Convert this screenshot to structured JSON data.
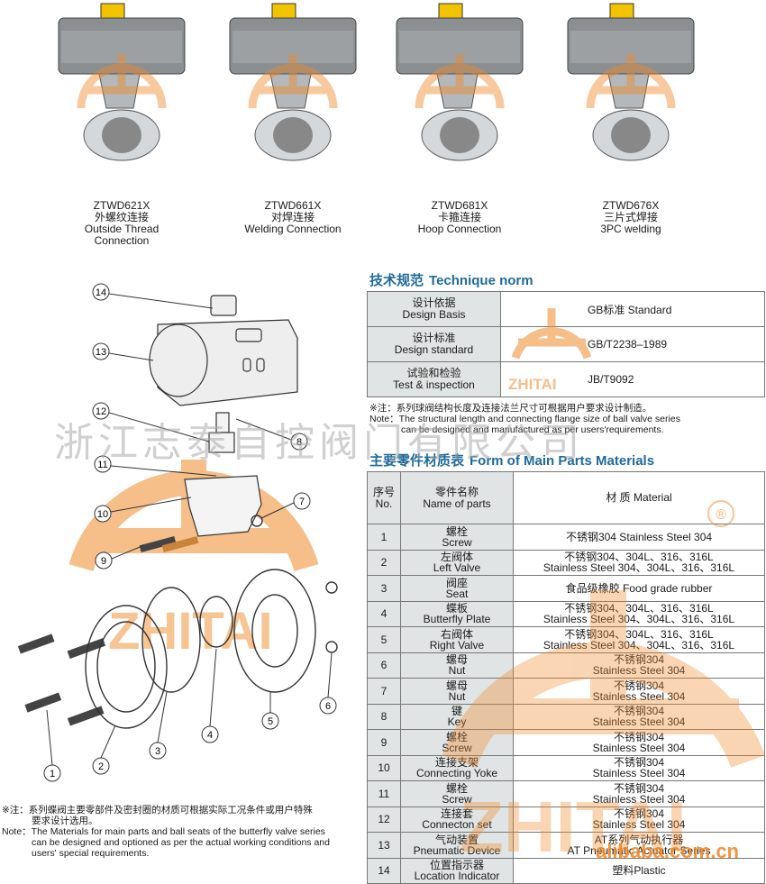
{
  "products": [
    {
      "model": "ZTWD621X",
      "name_cn": "外螺纹连接",
      "name_en_1": "Outside Thread",
      "name_en_2": "Connection"
    },
    {
      "model": "ZTWD661X",
      "name_cn": "对焊连接",
      "name_en_1": "Welding Connection",
      "name_en_2": ""
    },
    {
      "model": "ZTWD681X",
      "name_cn": "卡箍连接",
      "name_en_1": "Hoop Connection",
      "name_en_2": ""
    },
    {
      "model": "ZTWD676X",
      "name_cn": "三片式焊接",
      "name_en_1": "3PC welding",
      "name_en_2": ""
    }
  ],
  "technique": {
    "title_cn": "技术规范",
    "title_en": "Technique norm",
    "rows": [
      {
        "label_cn": "设计依据",
        "label_en": "Design Basis",
        "value": "GB标准 Standard"
      },
      {
        "label_cn": "设计标准",
        "label_en": "Design standard",
        "value": "GB/T2238–1989"
      },
      {
        "label_cn": "试验和检验",
        "label_en": "Test & inspection",
        "value": "JB/T9092"
      }
    ],
    "note_cn": "※注：系列球阀结构长度及连接法兰尺寸可根据用户要求设计制造。",
    "note_en_1": "Note：The structural length and connecting flange size of ball valve series",
    "note_en_2": "can be designed and manufactured as per users'requirements."
  },
  "materials": {
    "title_cn": "主要零件材质表",
    "title_en": "Form of Main Parts Materials",
    "header": {
      "no_cn": "序号",
      "no_en": "No.",
      "name_cn": "零件名称",
      "name_en": "Name of parts",
      "material": "材 质 Material"
    },
    "rows": [
      {
        "no": "1",
        "cn": "螺栓",
        "en": "Screw",
        "m1": "不锈钢304 Stainless Steel 304",
        "m2": ""
      },
      {
        "no": "2",
        "cn": "左阀体",
        "en": "Left Valve",
        "m1": "不锈钢304、304L、316、316L",
        "m2": "Stainless Steel 304、304L、316、316L"
      },
      {
        "no": "3",
        "cn": "阀座",
        "en": "Seat",
        "m1": "食品级橡胶 Food grade rubber",
        "m2": ""
      },
      {
        "no": "4",
        "cn": "蝶板",
        "en": "Butterfly Plate",
        "m1": "不锈钢304、304L、316、316L",
        "m2": "Stainless Steel 304、304L、316、316L"
      },
      {
        "no": "5",
        "cn": "右阀体",
        "en": "Right Valve",
        "m1": "不锈钢304、304L、316、316L",
        "m2": "Stainless Steel 304、304L、316、316L"
      },
      {
        "no": "6",
        "cn": "螺母",
        "en": "Nut",
        "m1": "不锈钢304",
        "m2": "Stainless Steel 304"
      },
      {
        "no": "7",
        "cn": "螺母",
        "en": "Nut",
        "m1": "不锈钢304",
        "m2": "Stainless Steel 304"
      },
      {
        "no": "8",
        "cn": "键",
        "en": "Key",
        "m1": "不锈钢304",
        "m2": "Stainless Steel 304"
      },
      {
        "no": "9",
        "cn": "螺栓",
        "en": "Screw",
        "m1": "不锈钢304",
        "m2": "Stainless Steel 304"
      },
      {
        "no": "10",
        "cn": "连接支架",
        "en": "Connecting Yoke",
        "m1": "不锈钢304",
        "m2": "Stainless Steel 304"
      },
      {
        "no": "11",
        "cn": "螺栓",
        "en": "Screw",
        "m1": "不锈钢304",
        "m2": "Stainless Steel 304"
      },
      {
        "no": "12",
        "cn": "连接套",
        "en": "Connecton set",
        "m1": "不锈钢304",
        "m2": "Stainless Steel 304"
      },
      {
        "no": "13",
        "cn": "气动装置",
        "en": "Pneumatic Device",
        "m1": "AT系列气动执行器",
        "m2": "AT Pneumatic Actuator Series"
      },
      {
        "no": "14",
        "cn": "位置指示器",
        "en": "Location Indicator",
        "m1": "塑料Plastic",
        "m2": ""
      }
    ]
  },
  "diagram": {
    "callouts": [
      "1",
      "2",
      "3",
      "4",
      "5",
      "6",
      "7",
      "8",
      "9",
      "10",
      "11",
      "12",
      "13",
      "14"
    ],
    "note_cn_1": "※注：系列蝶阀主要零部件及密封圈的材质可根据实际工况条件或用户特殊",
    "note_cn_2": "要求设计选用。",
    "note_en_1": "Note：The Materials for main parts and ball seats of the butterfly valve series",
    "note_en_2": "can be designed and optioned as per the actual working conditions and",
    "note_en_3": "users' special requirements."
  },
  "watermark": {
    "company": "浙江志泰自控阀门有限公司",
    "brand": "ZHITAI",
    "site": "alibaba.com.cn"
  },
  "colors": {
    "heading": "#1f6a9a",
    "watermark": "#f08a2a",
    "header_bg": "#e1e4e4"
  }
}
